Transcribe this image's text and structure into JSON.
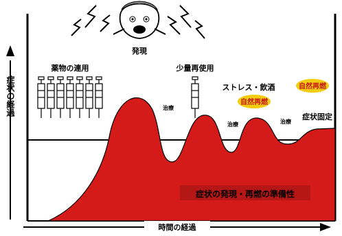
{
  "labels": {
    "onset": "発現",
    "drug_use": "薬物の連用",
    "small_use": "少量再使用",
    "stress_alcohol": "ストレス・飲酒",
    "spontaneous_1": "自然再燃",
    "spontaneous_2": "自然再燃",
    "remission_1": "治療",
    "remission_2": "治療",
    "remission_3": "治療",
    "fixed": "症状固定",
    "banner": "症状の発現・再燃の準備性",
    "y_axis": "症状の経過",
    "x_axis": "時間の経過"
  },
  "colors": {
    "fill": "#d51a1a",
    "badge_bg": "#f3cd12",
    "badge_text": "#c51515",
    "ink": "#000000"
  },
  "icons": [
    "syringe-icon",
    "screaming-face-icon",
    "lightning-icon"
  ]
}
